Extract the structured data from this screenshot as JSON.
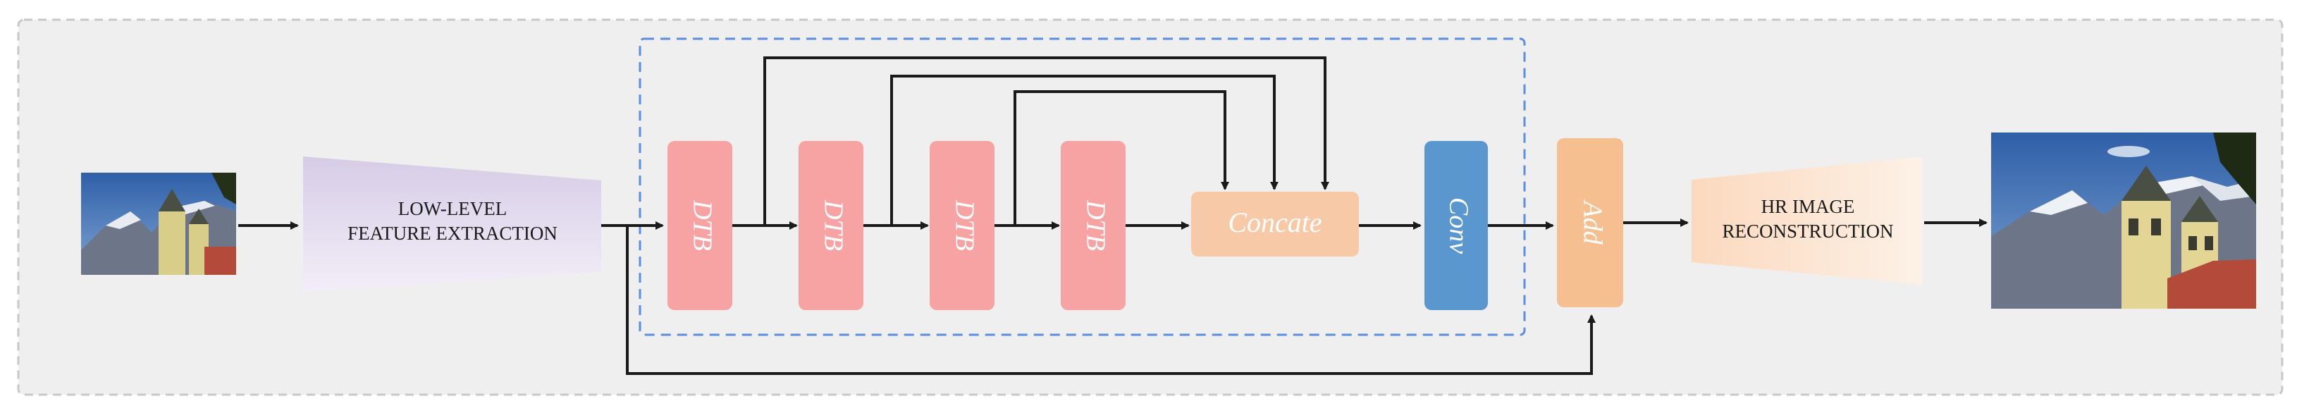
{
  "diagram": {
    "input_image": "low-resolution photo of mountains and a church tower",
    "output_image": "high-resolution photo of mountains and a church tower",
    "low_level": {
      "line1": "LOW-LEVEL",
      "line2": "FEATURE EXTRACTION"
    },
    "dtb_blocks": [
      "DTB",
      "DTB",
      "DTB",
      "DTB"
    ],
    "concate_label": "Concate",
    "conv_label": "Conv",
    "add_label": "Add",
    "hr": {
      "line1": "HR IMAGE",
      "line2": "RECONSTRUCTION"
    },
    "colors": {
      "dtb": "#f7a3a3",
      "concate": "#f7c9a6",
      "conv": "#5b97cf",
      "add": "#f6bf8f",
      "dashed_box": "#5b8ee0",
      "panel_bg": "#efefef",
      "panel_border": "#c8c8c8",
      "arrow": "#1a1a1a",
      "low_level_fill": "#d9d0e6",
      "hr_fill": "#fbe1cc"
    }
  }
}
